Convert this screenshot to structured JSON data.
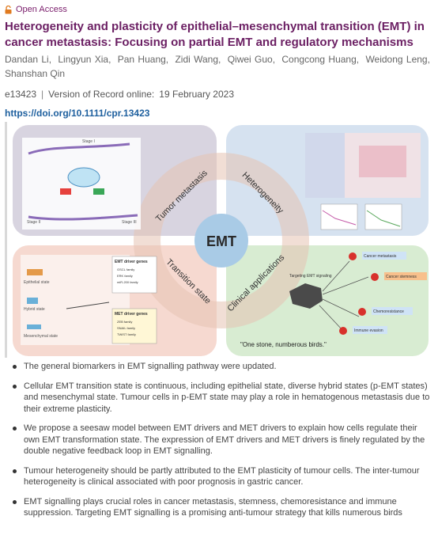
{
  "open_access_label": "Open Access",
  "title": "Heterogeneity and plasticity of epithelial–mesenchymal transition (EMT) in cancer metastasis: Focusing on partial EMT and regulatory mechanisms",
  "authors": [
    "Dandan Li,",
    "Lingyun Xia,",
    "Pan Huang,",
    "Zidi Wang,",
    "Qiwei Guo,",
    "Congcong Huang,",
    "Weidong Leng,",
    "Shanshan Qin"
  ],
  "article_id": "e13423",
  "version_label": "Version of Record online:",
  "version_date": "19 February 2023",
  "doi": "https://doi.org/10.1111/cpr.13423",
  "graphic": {
    "center": "EMT",
    "q1": "Tumor metastasis",
    "q2": "Heterogeneity",
    "q3": "Transition state",
    "q4": "Clinical applications",
    "stage1": "Stage I",
    "stage2": "Stage II",
    "stage3": "Stage III",
    "targeting": "Targeting EMT signaling",
    "quote": "\"One stone, numberous birds.\"",
    "birds": [
      "Cancer metastasis",
      "Cancer stemness",
      "Chemoresistance",
      "Immune evasion"
    ],
    "states": [
      "Epithelial state",
      "Hybrid state",
      "Mesenchymal state"
    ],
    "emt_drivers": "EMT driver genes",
    "emt_driver_list": [
      "GSCL family",
      "ERK family",
      "miR-200 family"
    ],
    "met_drivers": "MET driver genes",
    "met_driver_list": [
      "ZEB family",
      "SNAIL family",
      "TWIST family"
    ]
  },
  "bullets": [
    "The general biomarkers in EMT signalling pathway were updated.",
    "Cellular EMT transition state is continuous, including epithelial state, diverse hybrid states (p-EMT states) and mesenchymal state. Tumour cells in p-EMT state may play a role in hematogenous metastasis due to their extreme plasticity.",
    "We propose a seesaw model between EMT drivers and MET drivers to explain how cells regulate their own EMT transformation state. The expression of EMT drivers and MET drivers is finely regulated by the double negative feedback loop in EMT signalling.",
    "Tumour heterogeneity should be partly attributed to the EMT plasticity of tumour cells. The inter-tumour heterogeneity is clinical associated with poor prognosis in gastric cancer.",
    "EMT signalling plays crucial roles in cancer metastasis, stemness, chemoresistance and immune suppression. Targeting EMT signalling is a promising anti-tumour strategy that kills numerous birds"
  ],
  "colors": {
    "title": "#6b1f63",
    "doi": "#1d5f9e",
    "q1": "#d8d4e0",
    "q2": "#d6e2f0",
    "q3": "#f6d9d0",
    "q4": "#d8ecd2",
    "center": "#a9cbe6"
  }
}
